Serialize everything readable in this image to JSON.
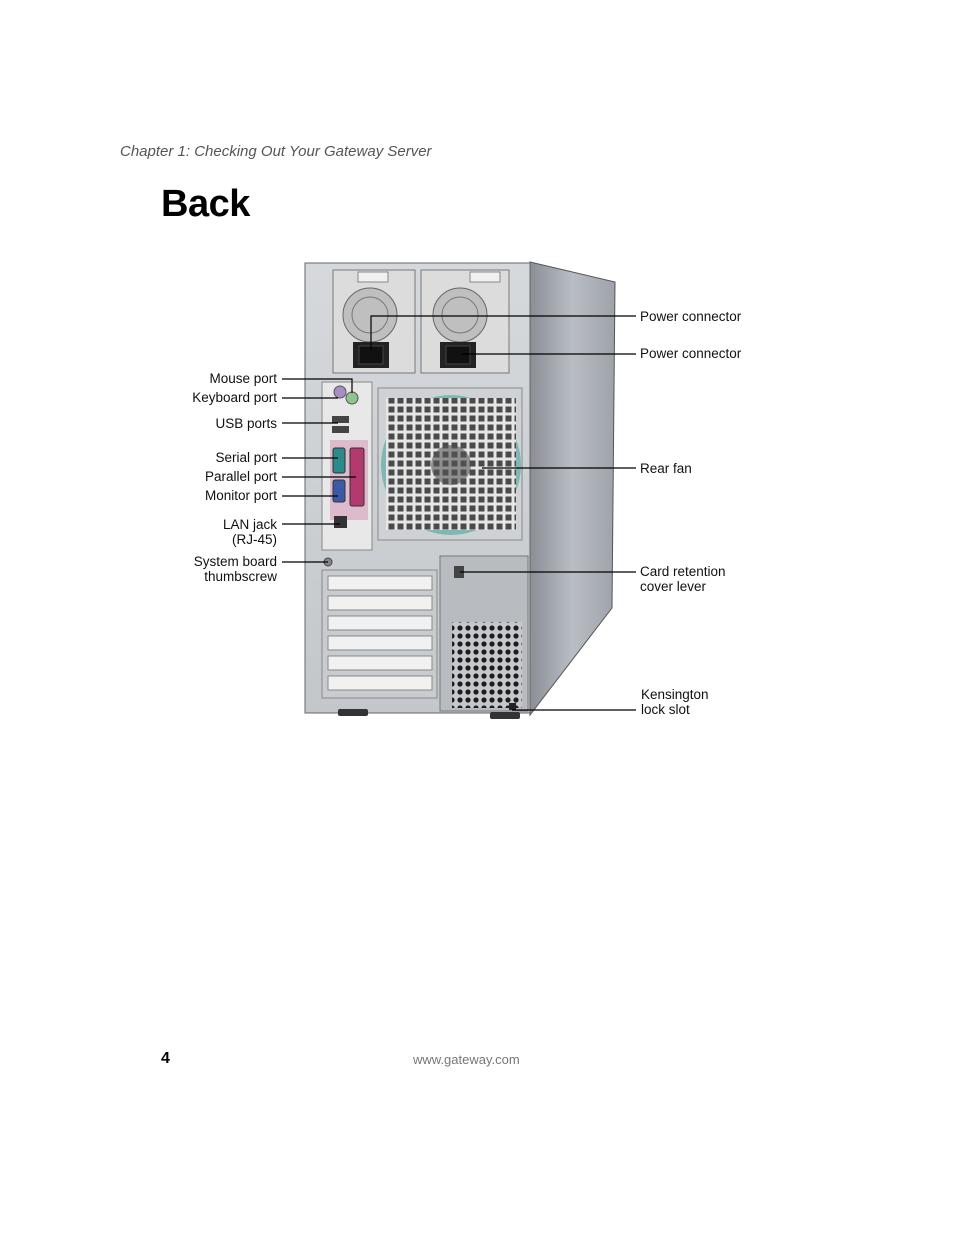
{
  "header": {
    "chapter": "Chapter 1: Checking Out Your Gateway Server"
  },
  "title": "Back",
  "figure": {
    "left_callouts": [
      {
        "id": "mouse",
        "label": "Mouse port"
      },
      {
        "id": "keyboard",
        "label": "Keyboard port"
      },
      {
        "id": "usb",
        "label": "USB ports"
      },
      {
        "id": "serial",
        "label": "Serial port"
      },
      {
        "id": "parallel",
        "label": "Parallel port"
      },
      {
        "id": "monitor",
        "label": "Monitor port"
      },
      {
        "id": "lan",
        "label": "LAN jack\n(RJ-45)"
      },
      {
        "id": "thumbscrew",
        "label": "System board\nthumbscrew"
      }
    ],
    "right_callouts": [
      {
        "id": "power1",
        "label": "Power connector"
      },
      {
        "id": "power2",
        "label": "Power connector"
      },
      {
        "id": "fan",
        "label": "Rear fan"
      },
      {
        "id": "cardlever",
        "label": "Card retention\ncover lever"
      },
      {
        "id": "kensington",
        "label": "Kensington\nlock slot"
      }
    ]
  },
  "footer": {
    "page_number": "4",
    "website": "www.gateway.com"
  }
}
